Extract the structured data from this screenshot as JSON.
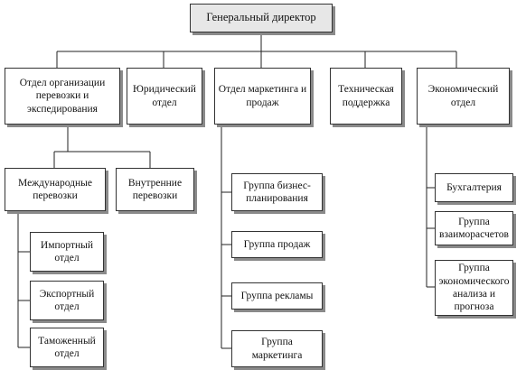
{
  "org_chart": {
    "root": {
      "label": "Генеральный директор"
    },
    "departments": [
      {
        "label": "Отдел организации перевозки и экспедирования"
      },
      {
        "label": "Юридический отдел"
      },
      {
        "label": "Отдел маркетинга и продаж"
      },
      {
        "label": "Техническая поддержка"
      },
      {
        "label": "Экономический отдел"
      }
    ],
    "transport_groups": [
      {
        "label": "Международные перевозки"
      },
      {
        "label": "Внутренние перевозки"
      }
    ],
    "international_units": [
      {
        "label": "Импортный отдел"
      },
      {
        "label": "Экспортный отдел"
      },
      {
        "label": "Таможенный отдел"
      }
    ],
    "marketing_groups": [
      {
        "label": "Группа бизнес-планирования"
      },
      {
        "label": "Группа продаж"
      },
      {
        "label": "Группа рекламы"
      },
      {
        "label": "Группа маркетинга"
      }
    ],
    "economic_groups": [
      {
        "label": "Бухгалтерия"
      },
      {
        "label": "Группа взаиморасчетов"
      },
      {
        "label": "Группа экономического анализа и прогноза"
      }
    ]
  }
}
